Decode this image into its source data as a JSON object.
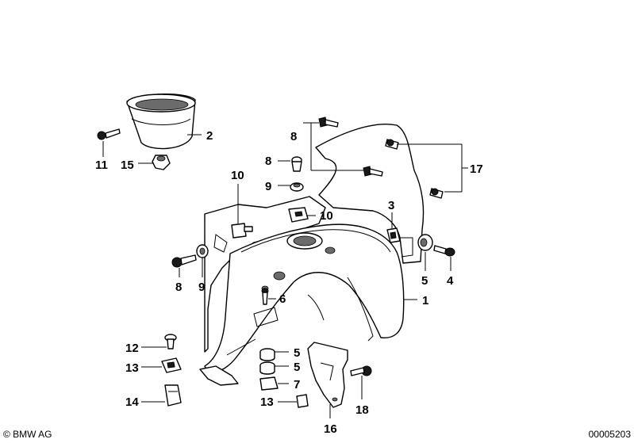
{
  "callouts": {
    "c1": "1",
    "c2": "2",
    "c3": "3",
    "c4": "4",
    "c5a": "5",
    "c5b": "5",
    "c5c": "5",
    "c6": "6",
    "c7": "7",
    "c8a": "8",
    "c8b": "8",
    "c8c": "8",
    "c9a": "9",
    "c9b": "9",
    "c10a": "10",
    "c10b": "10",
    "c11": "11",
    "c12": "12",
    "c13a": "13",
    "c13b": "13",
    "c14": "14",
    "c15": "15",
    "c16": "16",
    "c17": "17",
    "c18": "18"
  },
  "footer": {
    "copyright": "© BMW AG",
    "diagram_id": "00005203"
  }
}
